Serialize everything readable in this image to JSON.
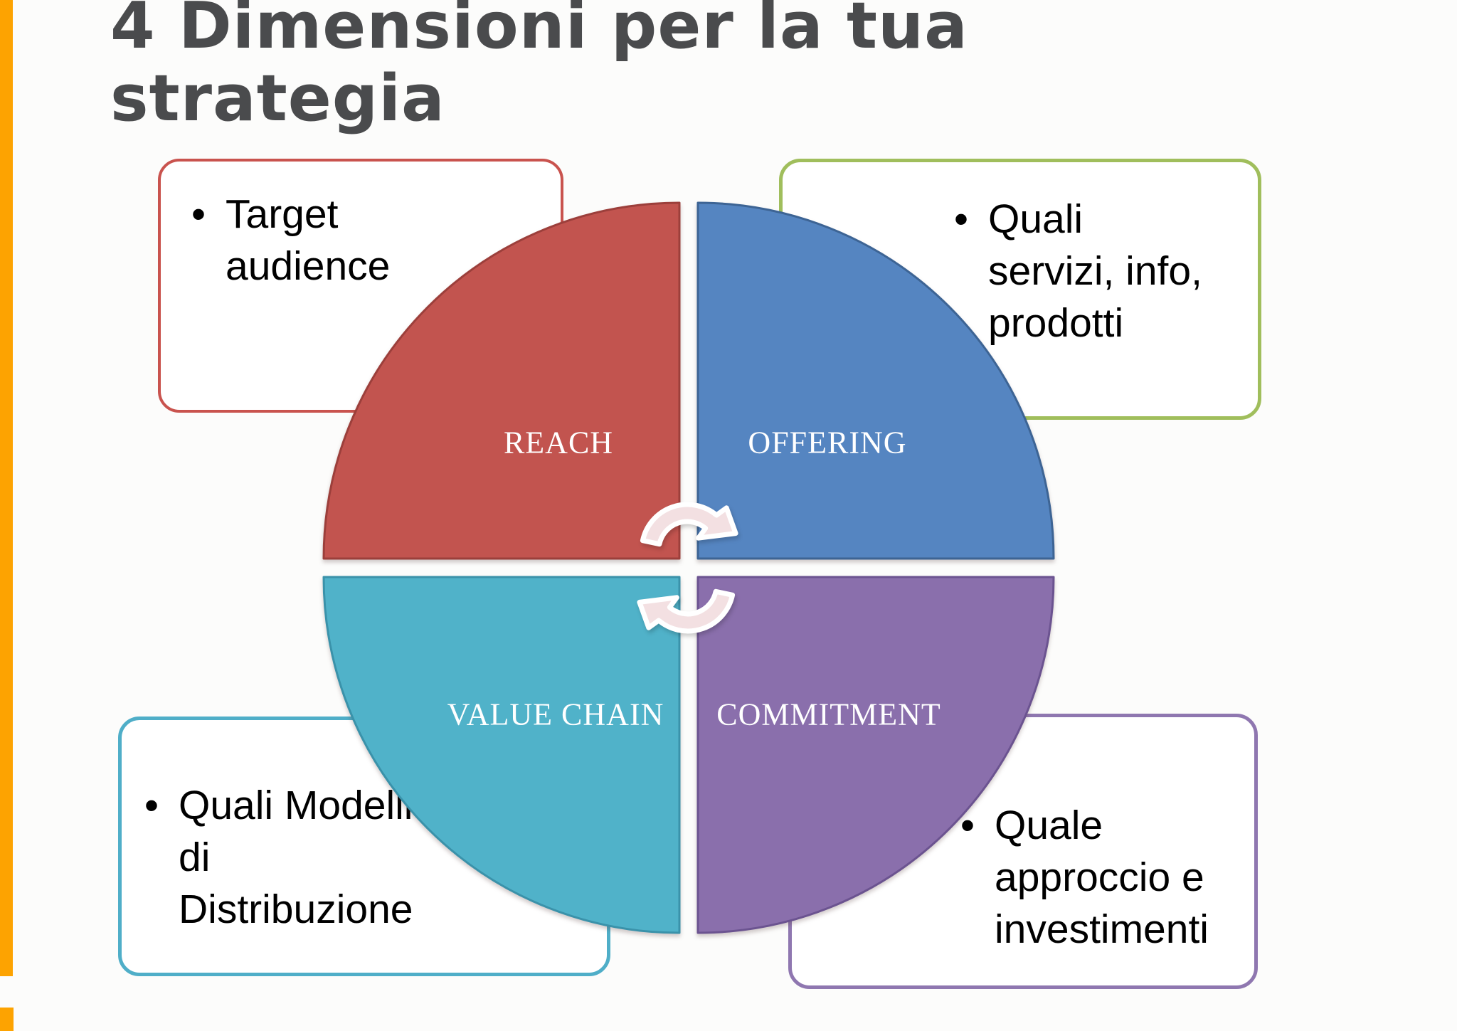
{
  "slide": {
    "title_lines": [
      "4 Dimensioni per la tua",
      "strategia"
    ],
    "title_color": "#4A4B4D"
  },
  "decor": {
    "accent_bar_color": "#FDA301",
    "background_color": "#FCFCFB"
  },
  "quadrants": [
    {
      "id": "reach",
      "label": "REACH",
      "fill": "#C2544F",
      "stroke": "#9C3F3B"
    },
    {
      "id": "offering",
      "label": "OFFERING",
      "fill": "#5585C1",
      "stroke": "#3D6494"
    },
    {
      "id": "value_chain",
      "label": "VALUE CHAIN",
      "fill": "#50B2C9",
      "stroke": "#3A92AA"
    },
    {
      "id": "commitment",
      "label": "COMMITMENT",
      "fill": "#8A6FAC",
      "stroke": "#6B5390"
    }
  ],
  "callouts": [
    {
      "id": "reach",
      "border": "#C9534E",
      "bullet": "•",
      "lines": [
        "Target",
        "audience"
      ]
    },
    {
      "id": "offering",
      "border": "#A0BE5C",
      "bullet": "•",
      "lines": [
        "Quali",
        "servizi, info,",
        "prodotti"
      ]
    },
    {
      "id": "value_chain",
      "border": "#4FAEC8",
      "bullet": "•",
      "lines": [
        "Quali Modelli",
        "di",
        "Distribuzione"
      ]
    },
    {
      "id": "commitment",
      "border": "#8F77B0",
      "bullet": "•",
      "lines": [
        "Quale",
        "approccio e",
        "investimenti"
      ]
    }
  ],
  "arrows": {
    "fill": "#F3E0E2",
    "outline": "#FFFFFF"
  }
}
